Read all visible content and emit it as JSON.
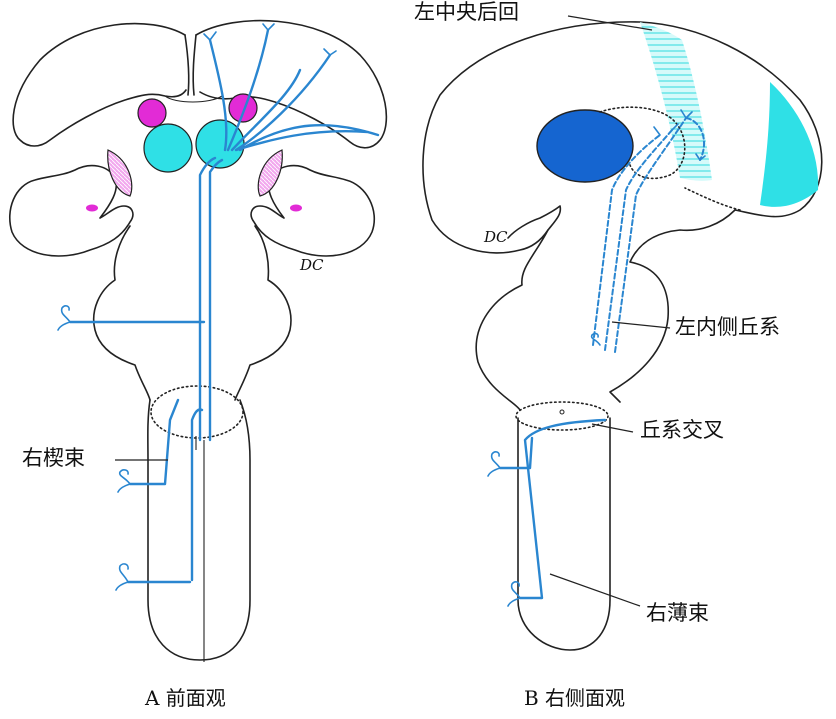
{
  "labels": {
    "left_postcentral_gyrus": "左中央后回",
    "left_medial_lemniscus": "左内侧丘系",
    "lemniscal_decussation": "丘系交叉",
    "right_fasciculus_cuneatus": "右楔束",
    "right_fasciculus_gracilis": "右薄束"
  },
  "signatures": {
    "a": "DC",
    "b": "DC"
  },
  "captions": {
    "a": "A 前面观",
    "b": "B 右侧面观"
  },
  "colors": {
    "tract_blue": "#2a86d0",
    "cyan": "#2fe0e6",
    "magenta": "#e22bd6",
    "dark_blue": "#1565d0",
    "light_cyan": "#bff5f5",
    "outline": "#222222"
  }
}
